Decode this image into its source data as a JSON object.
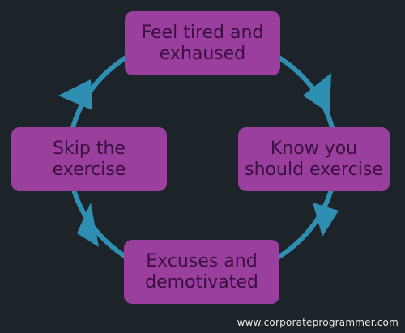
{
  "diagram": {
    "nodes": [
      {
        "id": "top",
        "label": "Feel tired and\nexhaused"
      },
      {
        "id": "right",
        "label": "Know you\nshould exercise"
      },
      {
        "id": "bottom",
        "label": "Excuses and\ndemotivated"
      },
      {
        "id": "left",
        "label": "Skip the\nexercise"
      }
    ],
    "edges": [
      {
        "from": "top",
        "to": "right"
      },
      {
        "from": "right",
        "to": "bottom"
      },
      {
        "from": "bottom",
        "to": "left"
      },
      {
        "from": "left",
        "to": "top"
      }
    ],
    "colors": {
      "background": "#1c2329",
      "node_fill": "#9a3f9e",
      "node_text": "#3a1040",
      "cycle_line": "#2f8fb3"
    }
  },
  "watermark": "www.corporateprogrammer.com"
}
